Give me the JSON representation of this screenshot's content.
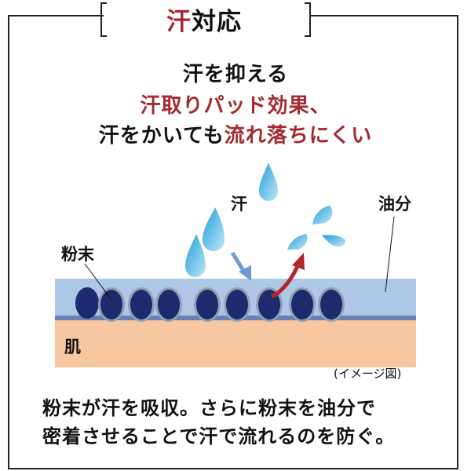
{
  "header": {
    "title_red": "汗",
    "title_rest": "対応"
  },
  "lead": {
    "line1": "汗を抑える",
    "line2": "汗取りパッド効果、",
    "line3_black": "汗をかいても",
    "line3_red": "流れ落ちにくい"
  },
  "diagram": {
    "label_sweat": "汗",
    "label_oil": "油分",
    "label_powder": "粉末",
    "label_skin": "肌",
    "caption": "(イメージ図)",
    "colors": {
      "oil_layer": "#aec7e6",
      "boundary": "#6a7fb3",
      "skin": "#f6c7a0",
      "particle": "#1c2a6e",
      "particle_ring": "#8fa0b3",
      "droplet": "#3fb0e0",
      "absorb_arrow": "#6f9bd1",
      "repel_arrow": "#b3262b",
      "accent_red": "#a32a2e"
    }
  },
  "description": {
    "line1": "粉末が汗を吸収。さらに粉末を油分で",
    "line2": "密着させることで汗で流れるのを防ぐ。"
  }
}
